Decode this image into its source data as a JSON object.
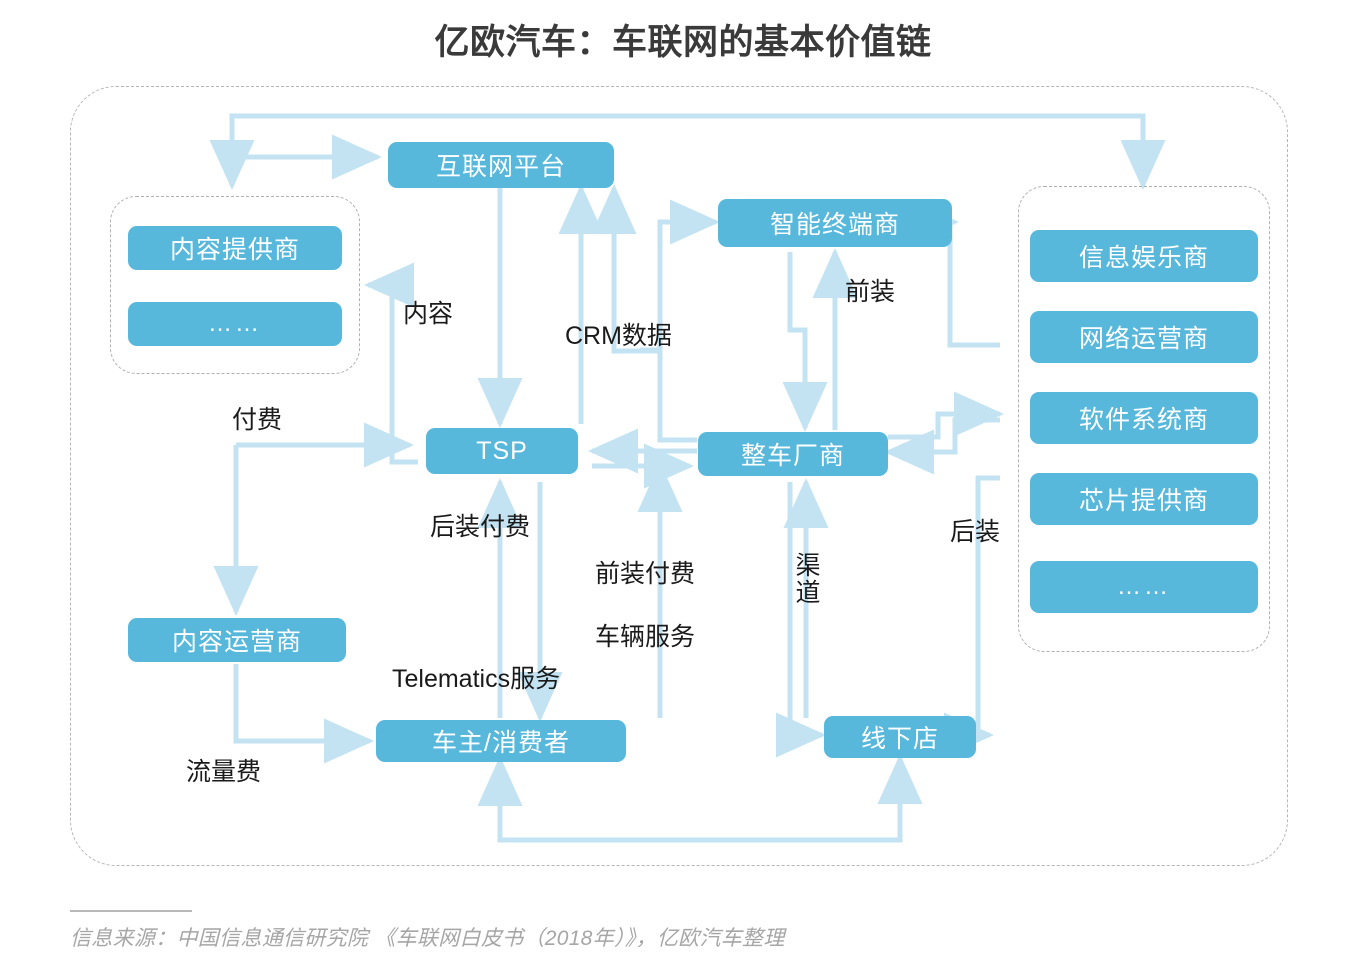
{
  "title": "亿欧汽车：车联网的基本价值链",
  "nodes": {
    "internet_platform": "互联网平台",
    "smart_terminal": "智能终端商",
    "content_provider": "内容提供商",
    "content_provider_more": "……",
    "tsp": "TSP",
    "oem": "整车厂商",
    "content_operator": "内容运营商",
    "car_owner": "车主/消费者",
    "offline_store": "线下店",
    "infotainment": "信息娱乐商",
    "network_operator": "网络运营商",
    "software_system": "软件系统商",
    "chip_provider": "芯片提供商",
    "supplier_more": "……"
  },
  "edge_labels": {
    "content": "内容",
    "crm_data": "CRM数据",
    "pre_install": "前装",
    "pay": "付费",
    "after_install_pay": "后装付费",
    "pre_install_pay": "前装付费",
    "vehicle_service": "车辆服务",
    "telematics_service": "Telematics服务",
    "traffic_fee": "流量费",
    "channel": "渠道",
    "after_install": "后装"
  },
  "footer": {
    "source": "信息来源：中国信息通信研究院 《车联网白皮书（2018年）》，亿欧汽车整理"
  },
  "colors": {
    "node_fill": "#57b8dc",
    "arrow": "#c3e3f3",
    "title_text": "#3a3a3a",
    "label_text": "#1a1a1a",
    "footer_text": "#a6a6a6",
    "dashed_border": "#b5b5b5"
  },
  "chart_data": {
    "type": "diagram",
    "title": "亿欧汽车：车联网的基本价值链",
    "nodes": [
      {
        "id": "content_provider_group",
        "label": "内容提供商 / ……",
        "kind": "group"
      },
      {
        "id": "internet_platform",
        "label": "互联网平台"
      },
      {
        "id": "smart_terminal",
        "label": "智能终端商"
      },
      {
        "id": "tsp",
        "label": "TSP"
      },
      {
        "id": "oem",
        "label": "整车厂商"
      },
      {
        "id": "content_operator",
        "label": "内容运营商"
      },
      {
        "id": "car_owner",
        "label": "车主/消费者"
      },
      {
        "id": "offline_store",
        "label": "线下店"
      },
      {
        "id": "supplier_group",
        "label": "信息娱乐商 / 网络运营商 / 软件系统商 / 芯片提供商 / ……",
        "kind": "group"
      }
    ],
    "edges": [
      {
        "from": "content_provider_group",
        "to": "internet_platform",
        "label": ""
      },
      {
        "from": "internet_platform",
        "to": "content_provider_group",
        "label": ""
      },
      {
        "from": "internet_platform",
        "to": "supplier_group",
        "label": ""
      },
      {
        "from": "tsp",
        "to": "content_provider_group",
        "label": "内容"
      },
      {
        "from": "internet_platform",
        "to": "tsp",
        "label": ""
      },
      {
        "from": "tsp",
        "to": "internet_platform",
        "label": ""
      },
      {
        "from": "oem",
        "to": "internet_platform",
        "label": "CRM数据"
      },
      {
        "from": "tsp",
        "to": "smart_terminal",
        "label": ""
      },
      {
        "from": "oem",
        "to": "smart_terminal",
        "label": "前装"
      },
      {
        "from": "supplier_group",
        "to": "smart_terminal",
        "label": ""
      },
      {
        "from": "content_operator",
        "to": "tsp",
        "label": "付费"
      },
      {
        "from": "car_owner",
        "to": "tsp",
        "label": "后装付费"
      },
      {
        "from": "tsp",
        "to": "oem",
        "label": ""
      },
      {
        "from": "oem",
        "to": "tsp",
        "label": ""
      },
      {
        "from": "car_owner",
        "to": "oem",
        "label": "前装付费"
      },
      {
        "from": "tsp",
        "to": "car_owner",
        "label": "车辆服务 / Telematics服务"
      },
      {
        "from": "content_operator",
        "to": "car_owner",
        "label": "流量费"
      },
      {
        "from": "oem",
        "to": "offline_store",
        "label": "渠道"
      },
      {
        "from": "offline_store",
        "to": "oem",
        "label": ""
      },
      {
        "from": "supplier_group",
        "to": "oem",
        "label": "后装"
      },
      {
        "from": "offline_store",
        "to": "car_owner",
        "label": ""
      },
      {
        "from": "car_owner",
        "to": "offline_store",
        "label": ""
      }
    ]
  }
}
